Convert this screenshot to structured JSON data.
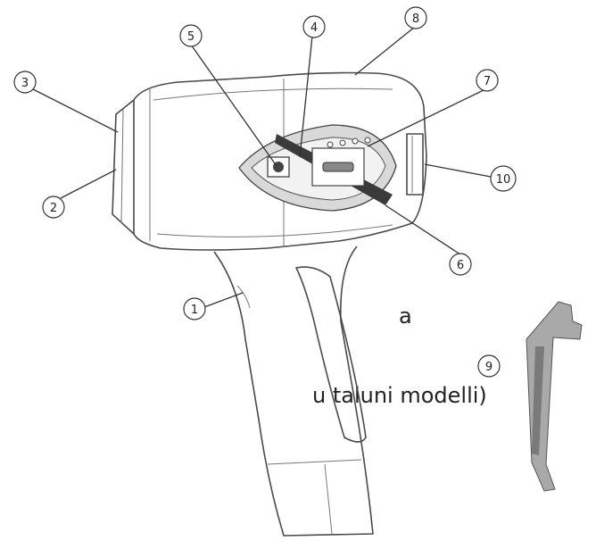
{
  "text_fragments": {
    "line_1": "a",
    "line_2": "u taluni modelli)"
  },
  "callouts": [
    "1",
    "2",
    "3",
    "4",
    "5",
    "6",
    "7",
    "8",
    "9",
    "10"
  ]
}
